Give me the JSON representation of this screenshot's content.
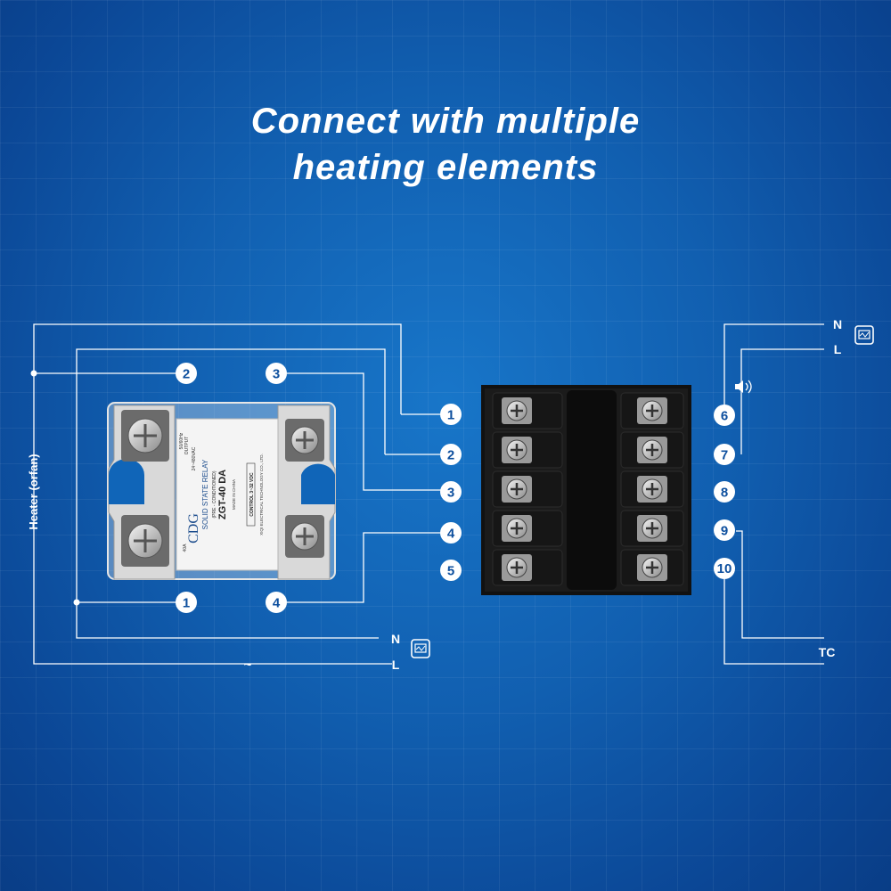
{
  "title": {
    "line1": "Connect with multiple",
    "line2": "heating elements"
  },
  "relay": {
    "brand": "CDG",
    "name": "SOLID STATE RELAY",
    "subtitle": "(PRE - CONDITIONED)",
    "model": "ZGT-40 DA",
    "output_label": "OUTPUT",
    "output_voltage": "24~480VAC",
    "output_freq": "50/60Hz",
    "current": "40A",
    "made_in": "MADE IN CHINA",
    "control": "CONTROL 3~32 VDC",
    "maker": "XIQI ELECTRICAL TECHNOLOGY CO., LTD.",
    "pin_labels": [
      "1",
      "2",
      "3",
      "4"
    ]
  },
  "left_side": {
    "heater_label": "Heater (orfan)",
    "tilde_label": "~",
    "n_label": "N",
    "l_label": "L",
    "power_icon": "power-supply-icon"
  },
  "controller": {
    "left_pins": [
      "1",
      "2",
      "3",
      "4",
      "5"
    ],
    "right_pins": [
      "6",
      "7",
      "8",
      "9",
      "10"
    ],
    "n_label": "N",
    "l_label": "L",
    "tc_label": "TC",
    "power_icon": "power-supply-icon",
    "alarm_icon": "speaker-icon"
  },
  "colors": {
    "badge_text": "#0d4f9e",
    "wire": "#ffffff"
  }
}
